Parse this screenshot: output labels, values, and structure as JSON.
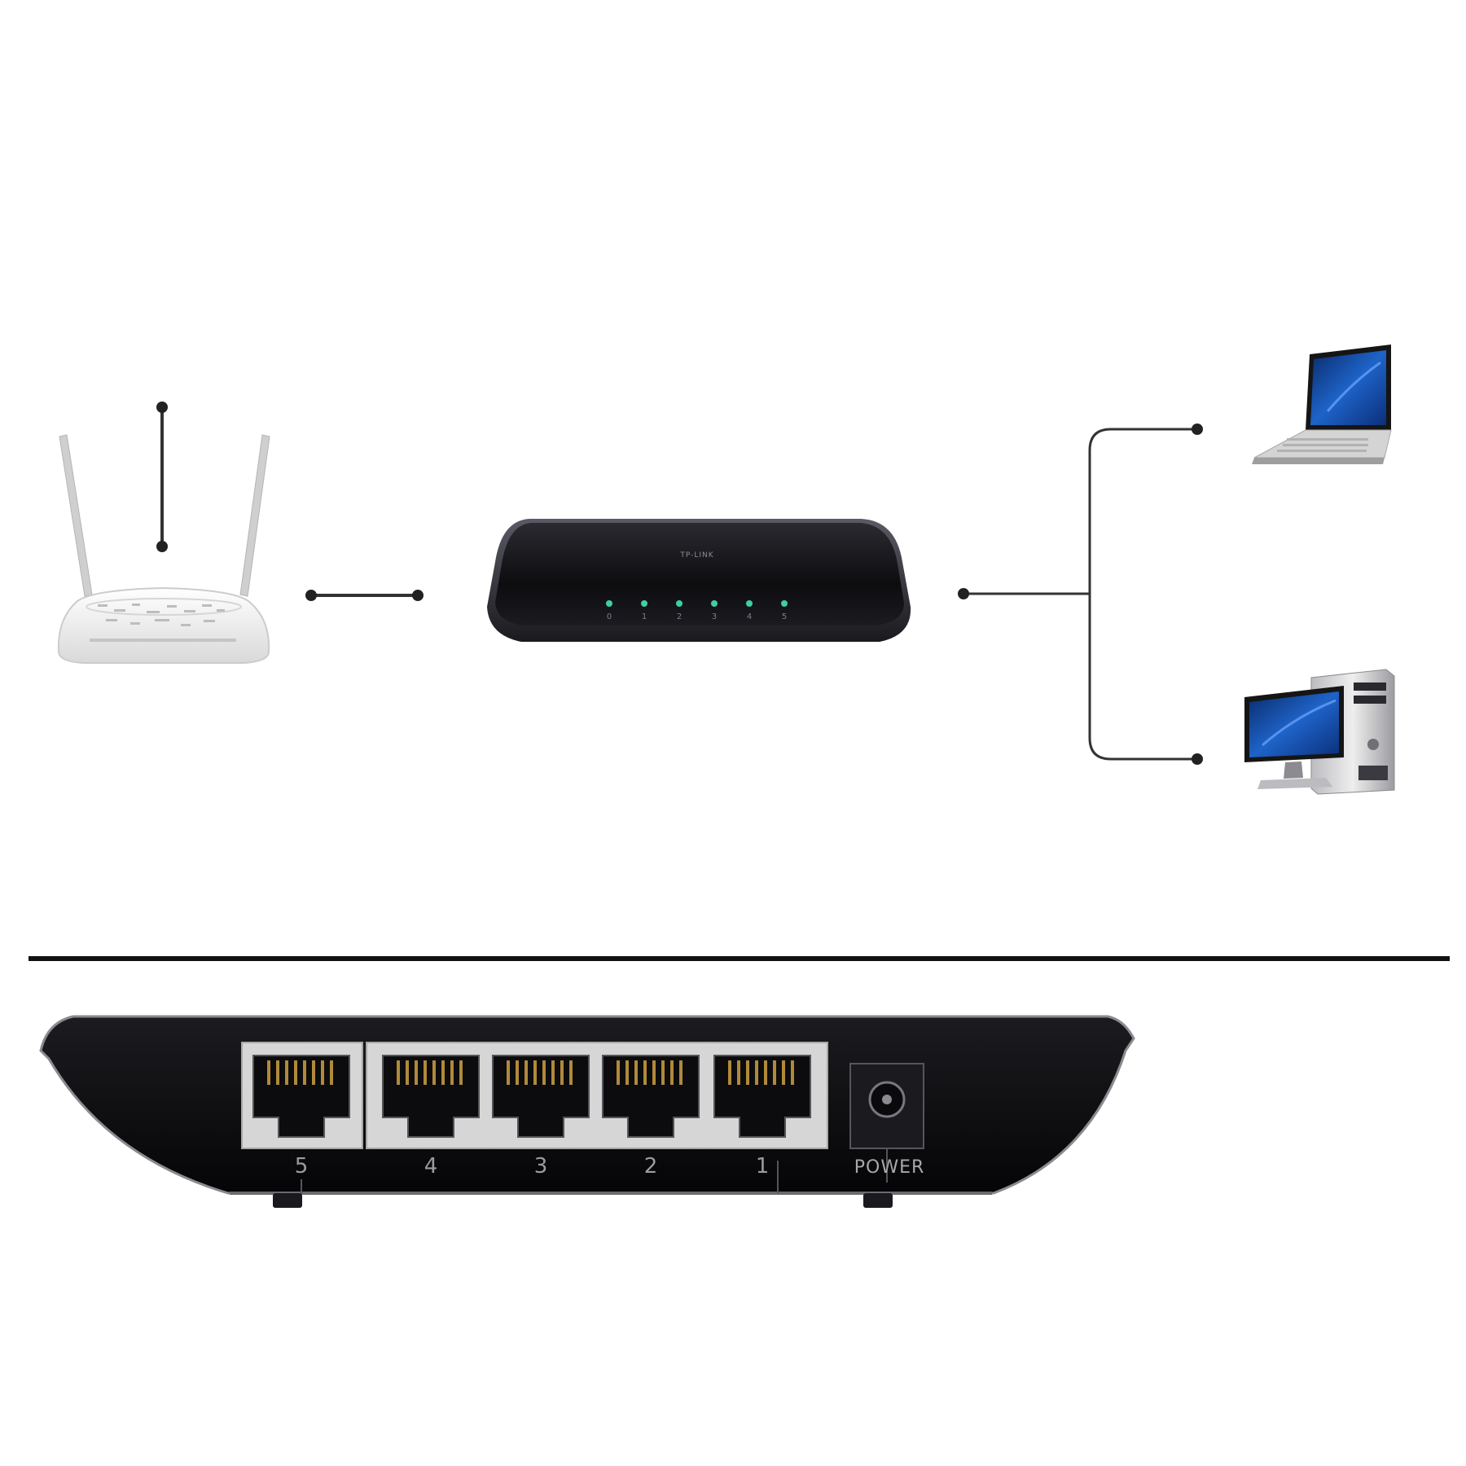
{
  "devices": {
    "router": {
      "name": "router"
    },
    "switch": {
      "name": "switch",
      "brand": "TP-LINK",
      "led_labels": [
        "0",
        "1",
        "2",
        "3",
        "4",
        "5"
      ]
    },
    "laptop": {
      "name": "laptop"
    },
    "desktop": {
      "name": "desktop"
    }
  },
  "rear_panel": {
    "ports": [
      {
        "label": "5"
      },
      {
        "label": "4"
      },
      {
        "label": "3"
      },
      {
        "label": "2"
      },
      {
        "label": "1"
      }
    ],
    "power_label": "POWER"
  },
  "colors": {
    "connector_line": "#333333",
    "switch_body": "#141418",
    "led": "#3fd0a0",
    "screen": "#1e63c8"
  }
}
